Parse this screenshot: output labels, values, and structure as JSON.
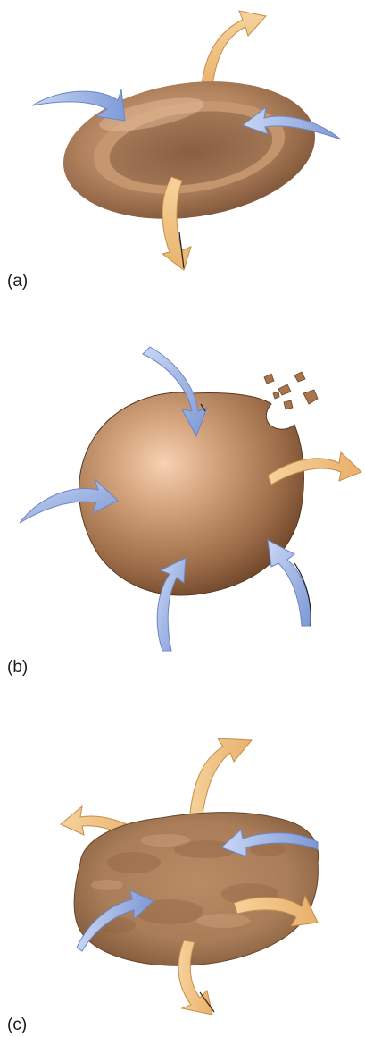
{
  "panels": [
    {
      "label": "(a)"
    },
    {
      "label": "(b)"
    },
    {
      "label": "(c)"
    }
  ],
  "colors": {
    "cell_base": "#a77a55",
    "cell_highlight": "#f0c8a4",
    "cell_shadow": "#6e4a30",
    "arrow_in": "#8ba4dc",
    "arrow_out": "#f0c27e"
  }
}
